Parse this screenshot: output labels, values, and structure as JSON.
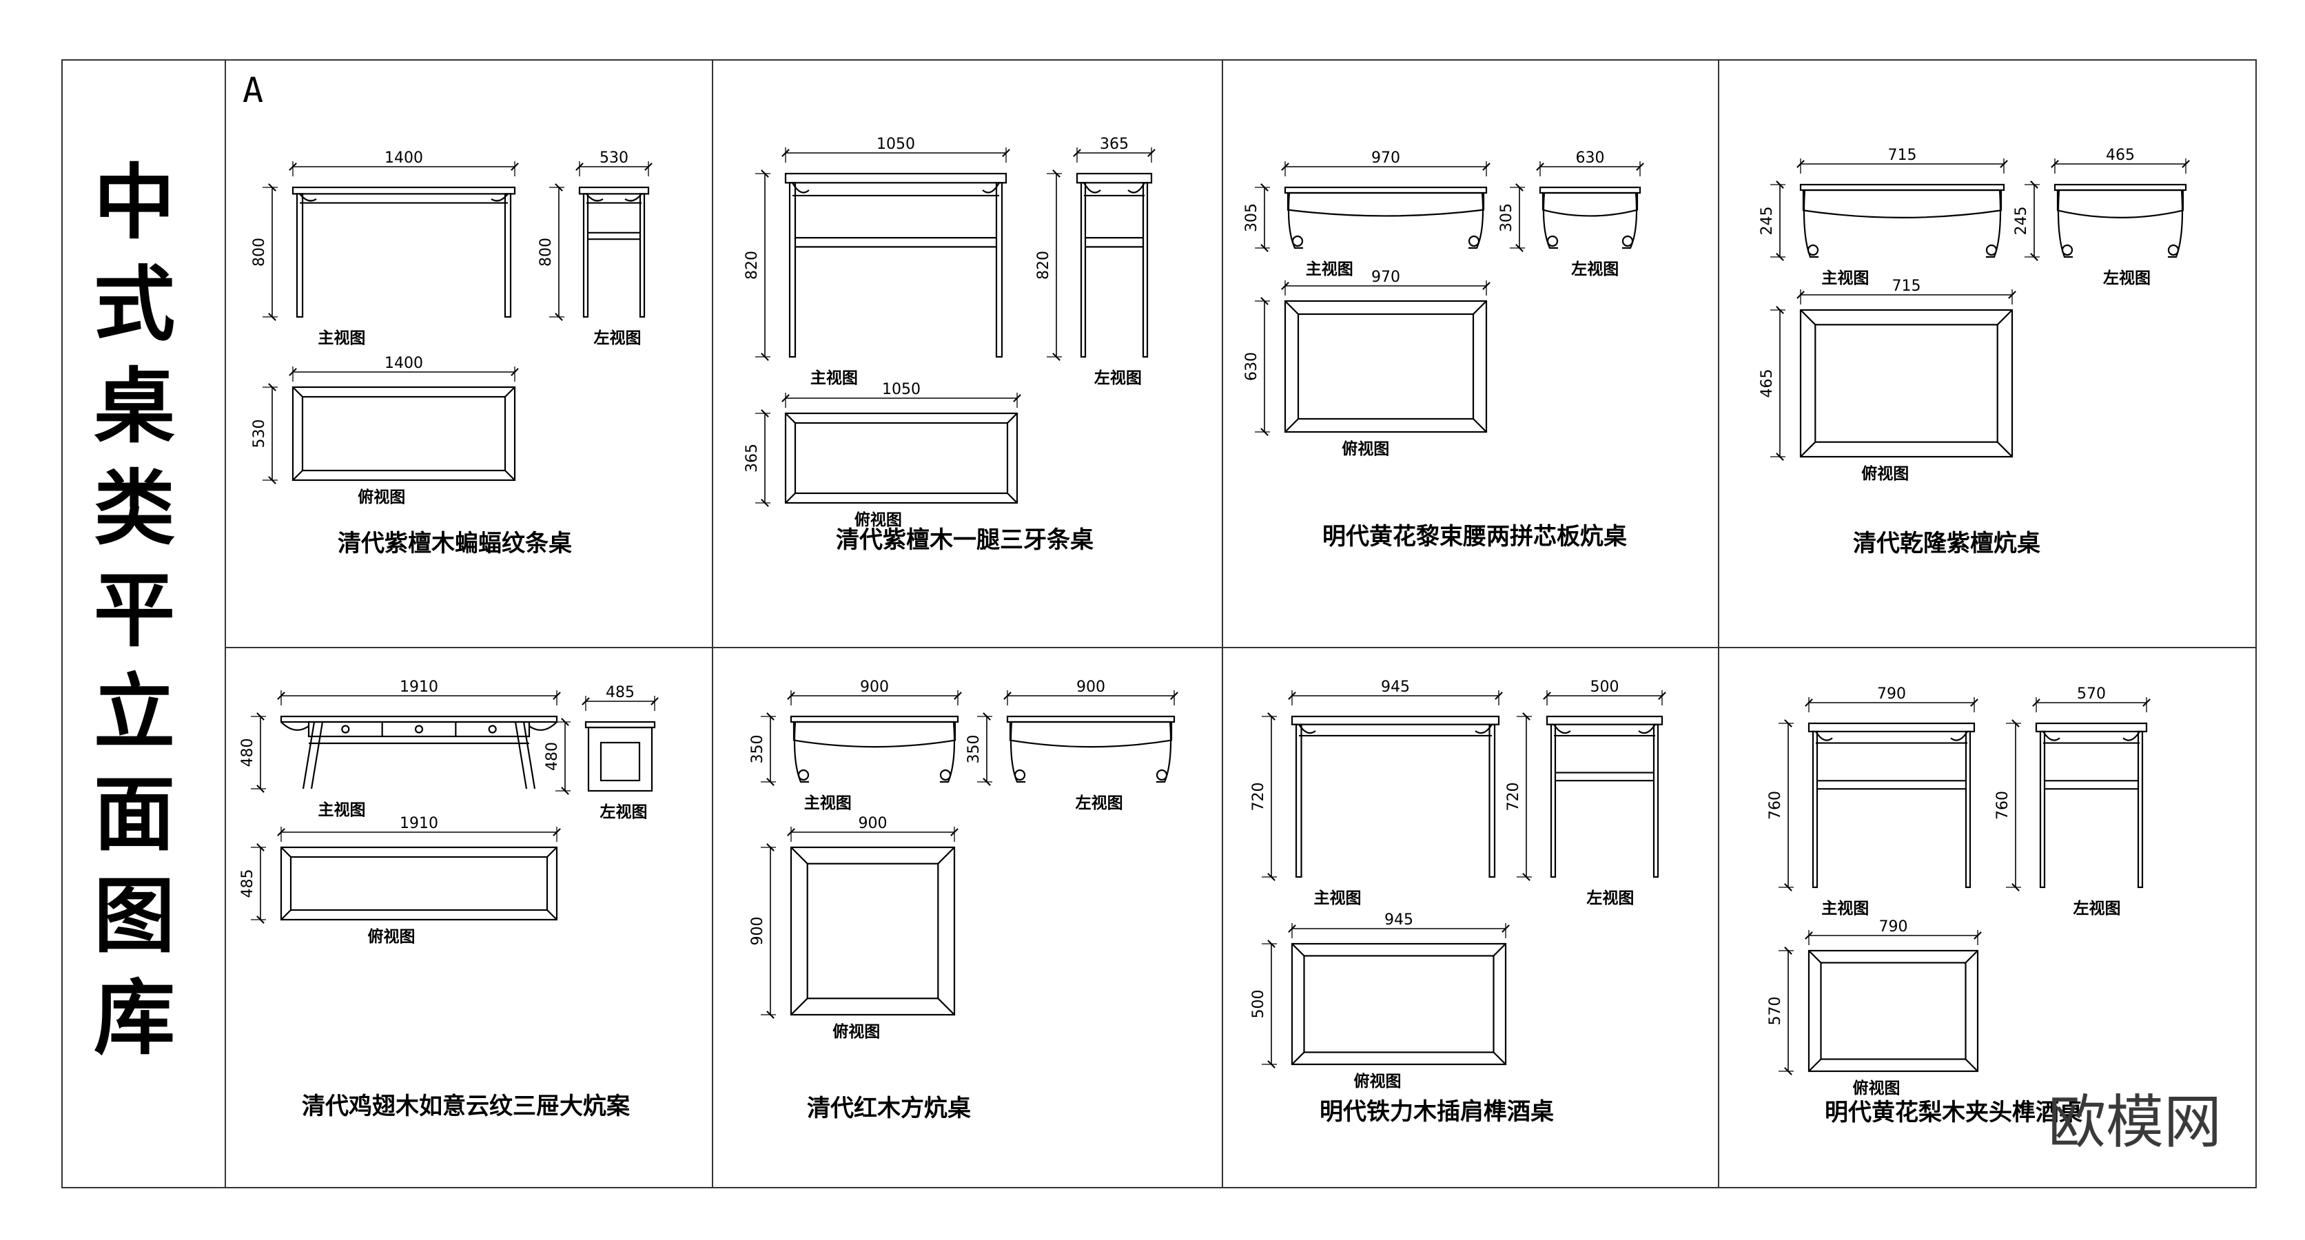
{
  "sheet": {
    "title_chars": [
      "中",
      "式",
      "桌",
      "类",
      "平",
      "立",
      "面",
      "图",
      "库"
    ],
    "section_letter": "A",
    "watermark": "欧模网"
  },
  "view_labels": {
    "front": "主视图",
    "left": "左视图",
    "top": "俯视图"
  },
  "tables": [
    {
      "name": "清代紫檀木蝙蝠纹条桌",
      "front": {
        "width": "1400",
        "height": "800"
      },
      "side": {
        "width": "530",
        "height": "800"
      },
      "top": {
        "width": "1400",
        "depth": "530"
      }
    },
    {
      "name": "清代紫檀木一腿三牙条桌",
      "front": {
        "width": "1050",
        "height": "820"
      },
      "side": {
        "width": "365",
        "height": "820"
      },
      "top": {
        "width": "1050",
        "depth": "365"
      }
    },
    {
      "name": "明代黄花黎束腰两拼芯板炕桌",
      "front": {
        "width": "970",
        "height": "305"
      },
      "side": {
        "width": "630",
        "height": "305"
      },
      "top": {
        "width": "970",
        "depth": "630"
      }
    },
    {
      "name": "清代乾隆紫檀炕桌",
      "front": {
        "width": "715",
        "height": "245"
      },
      "side": {
        "width": "465",
        "height": "245"
      },
      "top": {
        "width": "715",
        "depth": "465"
      }
    },
    {
      "name": "清代鸡翅木如意云纹三屉大炕案",
      "front": {
        "width": "1910",
        "height": "480"
      },
      "side": {
        "width": "485",
        "height": "480"
      },
      "top": {
        "width": "1910",
        "depth": "485"
      }
    },
    {
      "name": "清代红木方炕桌",
      "front": {
        "width": "900",
        "height": "350"
      },
      "side": {
        "width": "900",
        "height": "350"
      },
      "top": {
        "width": "900",
        "depth": "900"
      }
    },
    {
      "name": "明代铁力木插肩榫酒桌",
      "front": {
        "width": "945",
        "height": "720"
      },
      "side": {
        "width": "500",
        "height": "720"
      },
      "top": {
        "width": "945",
        "depth": "500"
      }
    },
    {
      "name": "明代黄花梨木夹头榫酒桌",
      "front": {
        "width": "790",
        "height": "760"
      },
      "side": {
        "width": "570",
        "height": "760"
      },
      "top": {
        "width": "790",
        "depth": "570"
      }
    }
  ]
}
